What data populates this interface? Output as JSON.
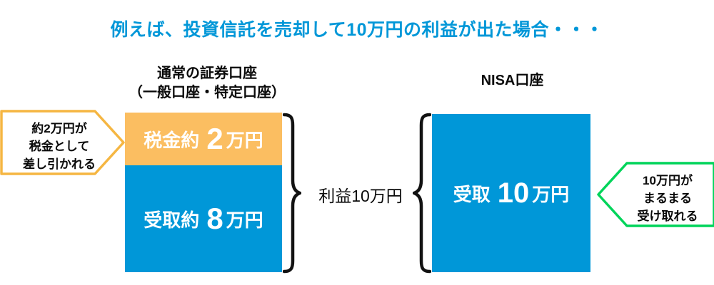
{
  "title": "例えば、投資信託を売却して10万円の利益が出た場合・・・",
  "columns": {
    "left": {
      "heading_line1": "通常の証券口座",
      "heading_line2": "（一般口座・特定口座）",
      "bars": [
        {
          "name": "tax",
          "label": "税金約",
          "number": "2",
          "unit": "万円",
          "color": "#FBBE61"
        },
        {
          "name": "receive",
          "label": "受取約",
          "number": "8",
          "unit": "万円",
          "color": "#0097D8"
        }
      ]
    },
    "right": {
      "heading_line1": "NISA口座",
      "bars": [
        {
          "name": "receive",
          "label": "受取",
          "number": "10",
          "unit": "万円",
          "color": "#0097D8"
        }
      ]
    }
  },
  "center": {
    "profit_label": "利益10万円"
  },
  "callouts": {
    "left": {
      "line1": "約2万円が",
      "line2": "税金として",
      "line3": "差し引かれる",
      "border_color": "#F5B642",
      "direction": "right"
    },
    "right": {
      "line1": "10万円が",
      "line2": "まるまる",
      "line3": "受け取れる",
      "border_color": "#00D45A",
      "direction": "left"
    }
  },
  "colors": {
    "title": "#0097D8",
    "blue": "#0097D8",
    "orange": "#FBBE61",
    "green": "#00D45A",
    "text": "#0a0a0a"
  }
}
